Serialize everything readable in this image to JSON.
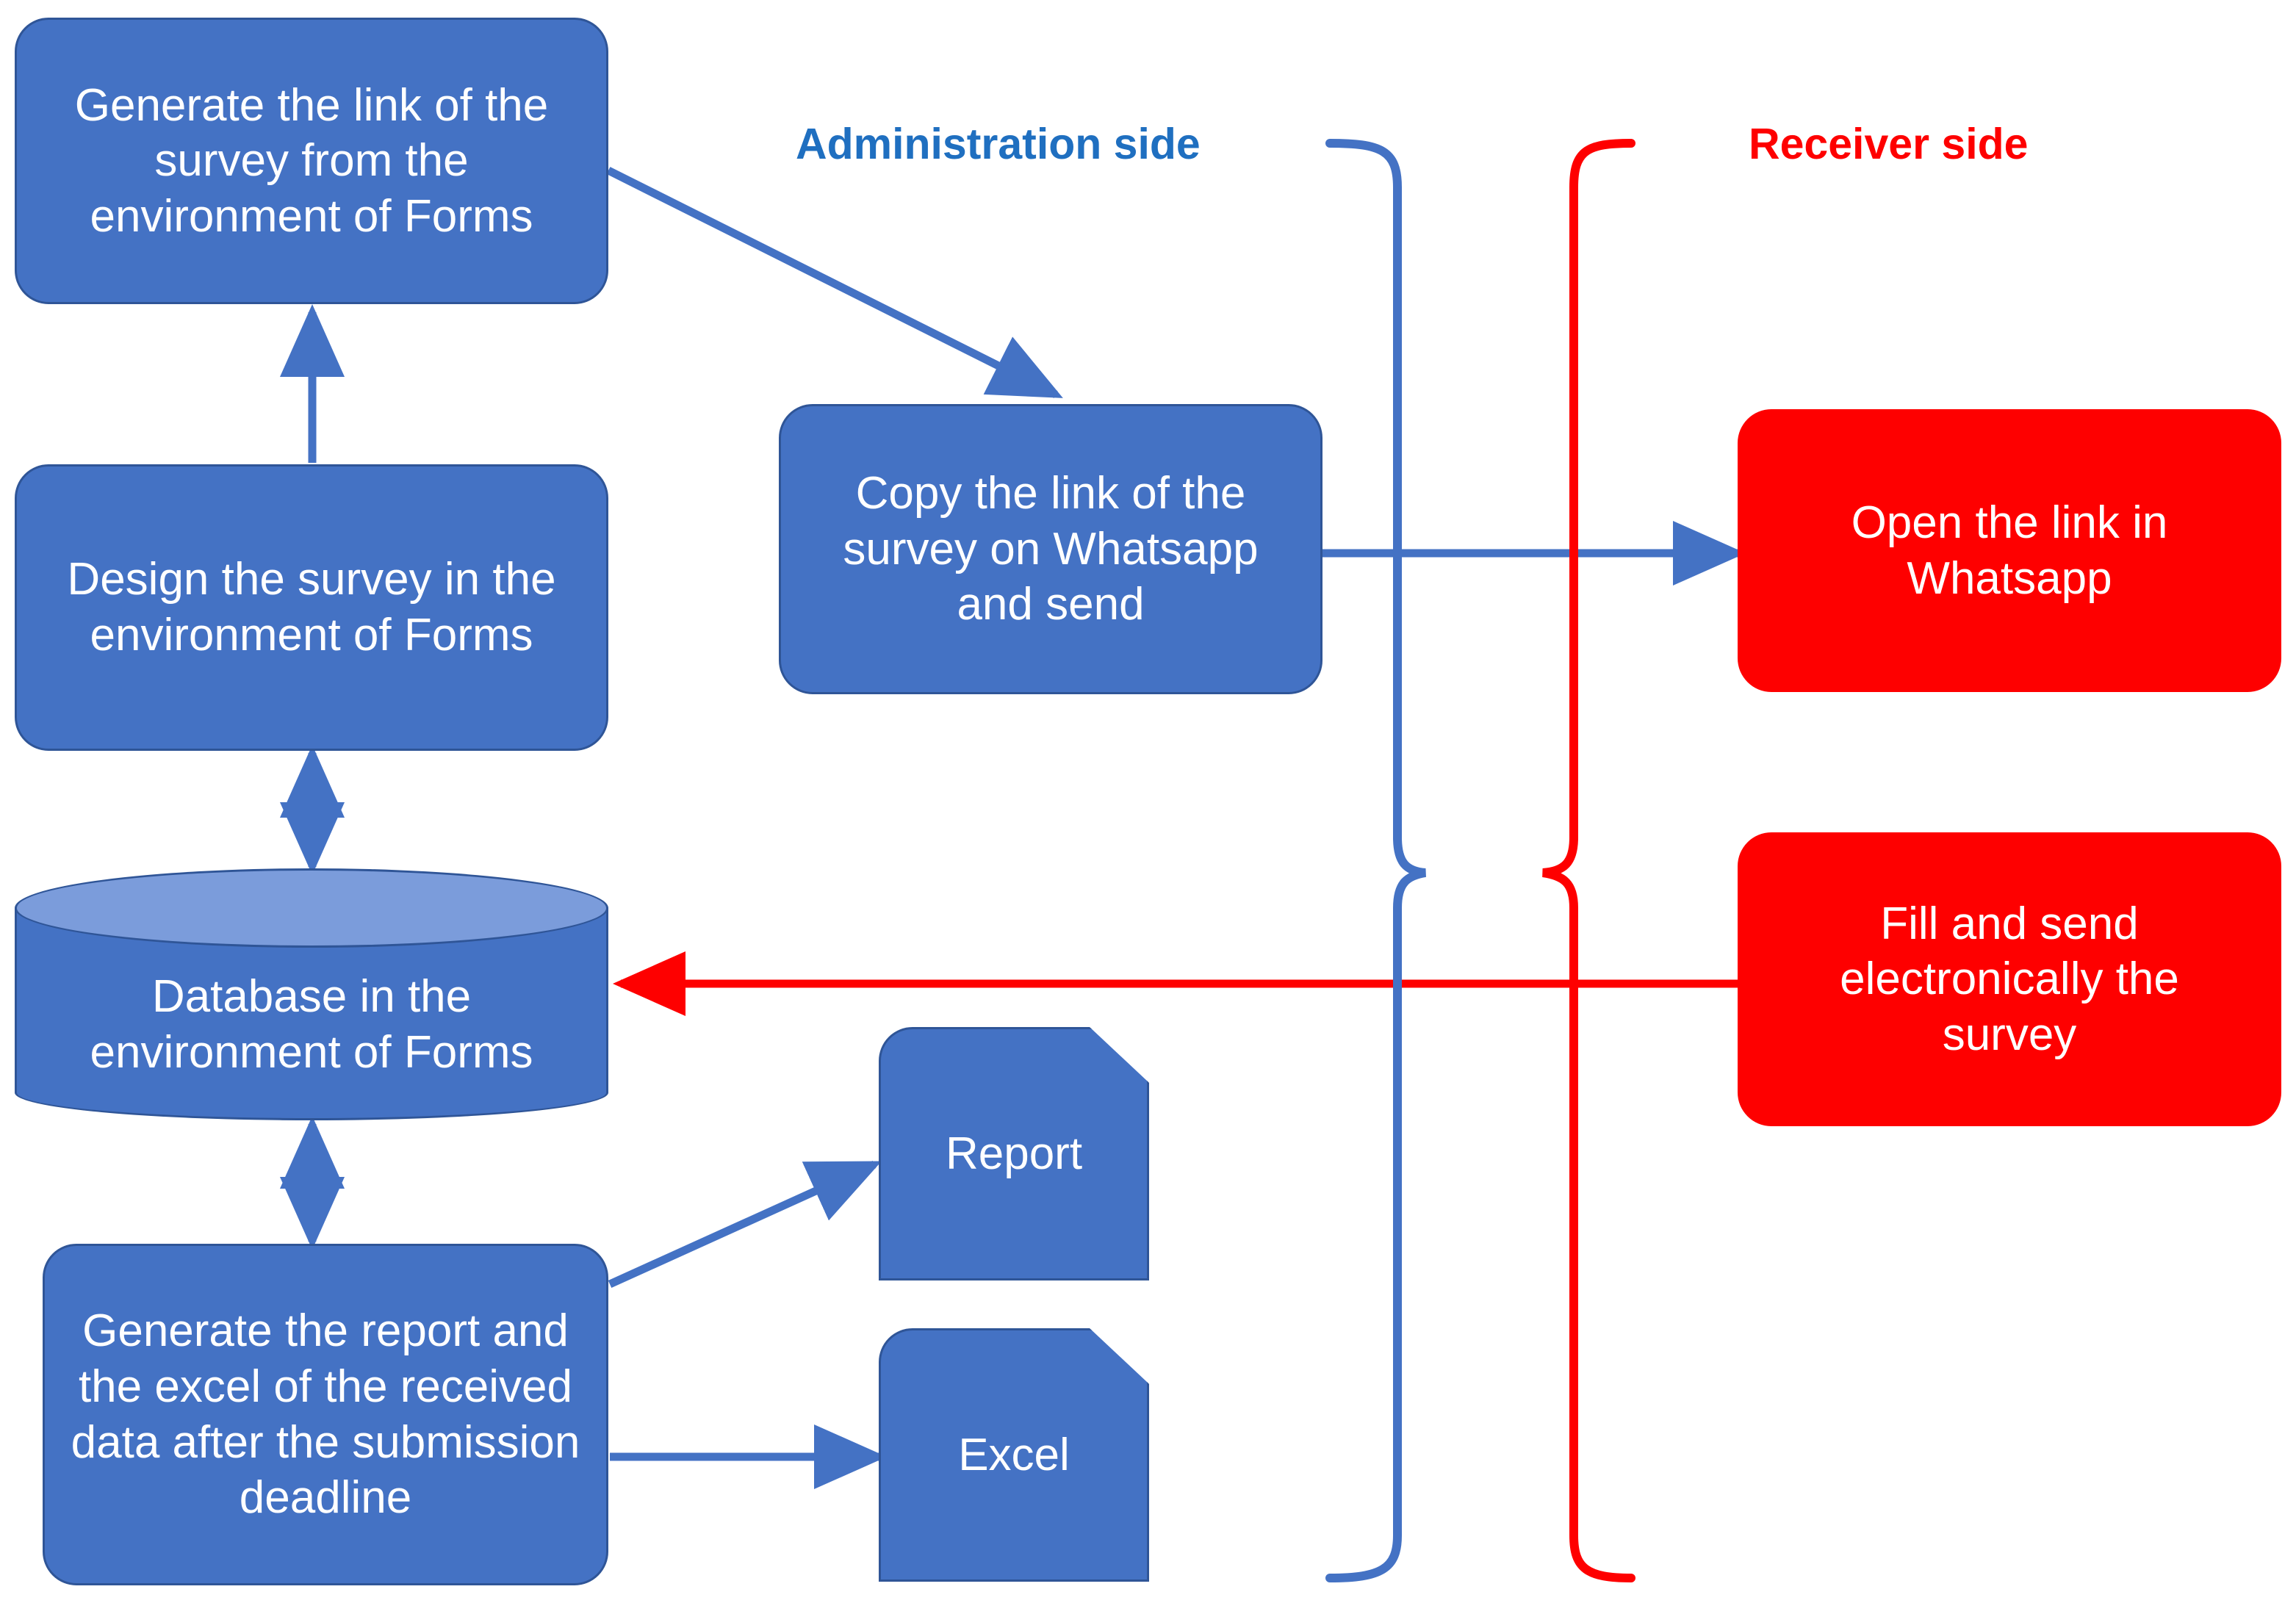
{
  "diagram": {
    "title_admin": "Administration side",
    "title_receiver": "Receiver side",
    "colors": {
      "blue_fill": "#4472C4",
      "blue_stroke": "#2F5597",
      "blue_text": "#1F6FC0",
      "red_fill": "#FE0000",
      "red_text": "#FE0000",
      "db_top_fill": "#7B9CDB",
      "white": "#FFFFFF"
    }
  },
  "nodes": {
    "generate_link": "Generate the link of the survey from the environment of Forms",
    "design_survey": "Design the survey in the environment of Forms",
    "database": "Database in the environment of Forms",
    "generate_report": "Generate the report and the excel of the received data after the submission deadline",
    "copy_link": "Copy the link of the survey on Whatsapp and send",
    "report": "Report",
    "excel": "Excel",
    "open_link": "Open the link in Whatsapp",
    "fill_send": "Fill and send electronically the survey"
  },
  "edges": [
    {
      "id": "design-to-generate-link",
      "from": "design_survey",
      "to": "generate_link",
      "style": "arrow-up",
      "color": "#4472C4"
    },
    {
      "id": "design-to-database",
      "from": "design_survey",
      "to": "database",
      "style": "double-arrow",
      "color": "#4472C4"
    },
    {
      "id": "database-to-report-step",
      "from": "database",
      "to": "generate_report",
      "style": "double-arrow",
      "color": "#4472C4"
    },
    {
      "id": "generate-link-to-copy-link",
      "from": "generate_link",
      "to": "copy_link",
      "style": "diagonal-arrow",
      "color": "#4472C4"
    },
    {
      "id": "copy-link-to-open-link",
      "from": "copy_link",
      "to": "open_link",
      "style": "arrow-right",
      "color": "#4472C4"
    },
    {
      "id": "fill-send-to-database",
      "from": "fill_send",
      "to": "database",
      "style": "arrow-left",
      "color": "#FE0000"
    },
    {
      "id": "report-step-to-report",
      "from": "generate_report",
      "to": "report",
      "style": "diagonal-arrow-up",
      "color": "#4472C4"
    },
    {
      "id": "report-step-to-excel",
      "from": "generate_report",
      "to": "excel",
      "style": "arrow-right",
      "color": "#4472C4"
    }
  ]
}
